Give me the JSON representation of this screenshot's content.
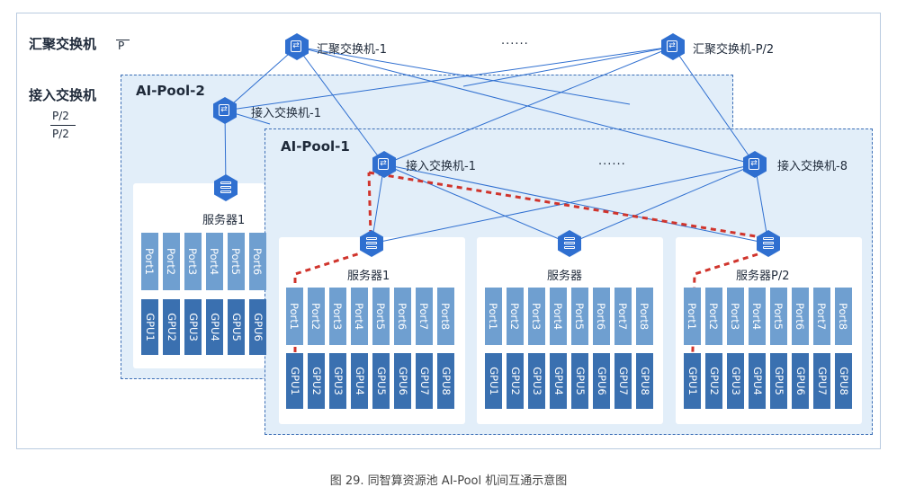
{
  "caption": "图 29. 同智算资源池 AI-Pool 机间互通示意图",
  "labels": {
    "agg_layer": "汇聚交换机",
    "agg_fraction": "P",
    "access_layer": "接入交换机",
    "access_num": "P/2",
    "access_den": "P/2",
    "ellipsis_top": "......",
    "ellipsis_mid": "......"
  },
  "agg_switches": [
    "汇聚交换机-1",
    "汇聚交换机-P/2"
  ],
  "pool2": {
    "title": "AI-Pool-2",
    "switch": "接入交换机-1",
    "server": "服务器1",
    "ports": [
      "Port1",
      "Port2",
      "Port3",
      "Port4",
      "Port5",
      "Port6"
    ],
    "gpus": [
      "GPU1",
      "GPU2",
      "GPU3",
      "GPU4",
      "GPU5",
      "GPU6"
    ]
  },
  "pool1": {
    "title": "AI-Pool-1",
    "switches": [
      "接入交换机-1",
      "接入交换机-8"
    ],
    "servers": [
      {
        "name": "服务器1",
        "ports": [
          "Port1",
          "Port2",
          "Port3",
          "Port4",
          "Port5",
          "Port6",
          "Port7",
          "Port8"
        ],
        "gpus": [
          "GPU1",
          "GPU2",
          "GPU3",
          "GPU4",
          "GPU5",
          "GPU6",
          "GPU7",
          "GPU8"
        ]
      },
      {
        "name": "服务器",
        "ports": [
          "Port1",
          "Port2",
          "Port3",
          "Port4",
          "Port5",
          "Port6",
          "Port7",
          "Port8"
        ],
        "gpus": [
          "GPU1",
          "GPU2",
          "GPU3",
          "GPU4",
          "GPU5",
          "GPU6",
          "GPU7",
          "GPU8"
        ]
      },
      {
        "name": "服务器P/2",
        "ports": [
          "Port1",
          "Port2",
          "Port3",
          "Port4",
          "Port5",
          "Port6",
          "Port7",
          "Port8"
        ],
        "gpus": [
          "GPU1",
          "GPU2",
          "GPU3",
          "GPU4",
          "GPU5",
          "GPU6",
          "GPU7",
          "GPU8"
        ]
      }
    ]
  },
  "colors": {
    "node": "#2f6fd0",
    "port": "#6f9fd0",
    "gpu": "#3a70b0",
    "link": "#2f6fd0",
    "path": "#d0342c",
    "pool_fill": "#e2eef9",
    "pool_border": "#3d6fb6"
  }
}
